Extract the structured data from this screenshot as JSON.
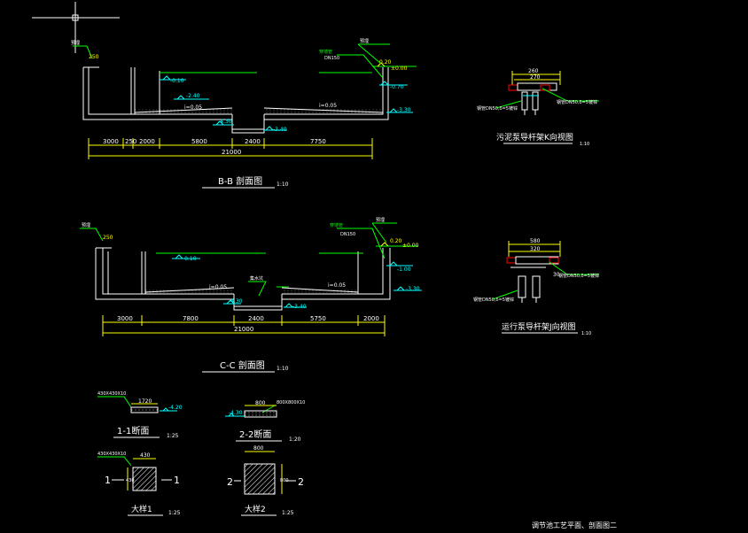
{
  "colors": {
    "background": "#000000",
    "outline": "#ffffff",
    "dimension": "#ffff00",
    "leader": "#00ff00",
    "water": "#00ffff",
    "marker": "#ff0000"
  },
  "cursor": {
    "icon": "crosshair-cursor-icon"
  },
  "section_bb": {
    "title": "B-B 剖面图",
    "scale": "1:10",
    "dims": [
      "3000",
      "250",
      "2000",
      "5800",
      "2400",
      "7750"
    ],
    "total": "21000",
    "levels": {
      "top": "0.20",
      "pos_zero": "±0.00",
      "neg070": "-0.70",
      "neg330": "-3.30",
      "neg010": "-0.10",
      "neg240": "-2.40",
      "neg430": "-4.30",
      "neg340": "-3.40"
    },
    "slopes": [
      "i=0.05",
      "i=0.05"
    ],
    "notes": {
      "pipe": "DN150",
      "pipe_label": "穿墙管",
      "wall_tag": "250",
      "callout": "预埋"
    }
  },
  "section_cc": {
    "title": "C-C 剖面图",
    "scale": "1:10",
    "dims": [
      "3000",
      "7800",
      "2400",
      "5750",
      "2000"
    ],
    "total": "21000",
    "levels": {
      "top": "0.20",
      "pos_zero": "±0.00",
      "neg100": "-1.00",
      "neg330": "-3.30",
      "neg010": "-0.10",
      "neg430": "-4.30",
      "neg340": "-3.40"
    },
    "slopes": [
      "i=0.05",
      "i=0.05"
    ],
    "notes": {
      "pipe": "DN150",
      "pipe_label": "穿墙管",
      "wall_tag": "250",
      "callout": "预埋",
      "sump": "集水坑"
    }
  },
  "detail_sludge": {
    "title": "污泥泵导杆架K向视图",
    "scale": "1:10",
    "dims": [
      "260",
      "270"
    ],
    "note": "钢管DN50,δ=5镀锌"
  },
  "detail_operation": {
    "title": "运行泵导杆架J向视图",
    "scale": "1:10",
    "dims": [
      "580",
      "320"
    ],
    "side": "30",
    "note": "钢管DN50,δ=5镀锌"
  },
  "section_11": {
    "title": "1-1断面",
    "scale": "1:25",
    "width": "1720",
    "level": "-4.20",
    "spec": "430X430X10"
  },
  "section_22": {
    "title": "2-2断面",
    "scale": "1:20",
    "width": "800",
    "level": "-4.30",
    "spec": "800X800X10"
  },
  "pit1": {
    "title": "大样1",
    "scale": "1:25",
    "width": "430",
    "side": "430",
    "mark": "1"
  },
  "pit2": {
    "title": "大样2",
    "scale": "1:25",
    "width": "800",
    "side": "800",
    "mark": "2"
  },
  "sheet": {
    "caption": "调节池工艺平面、剖面图二"
  }
}
